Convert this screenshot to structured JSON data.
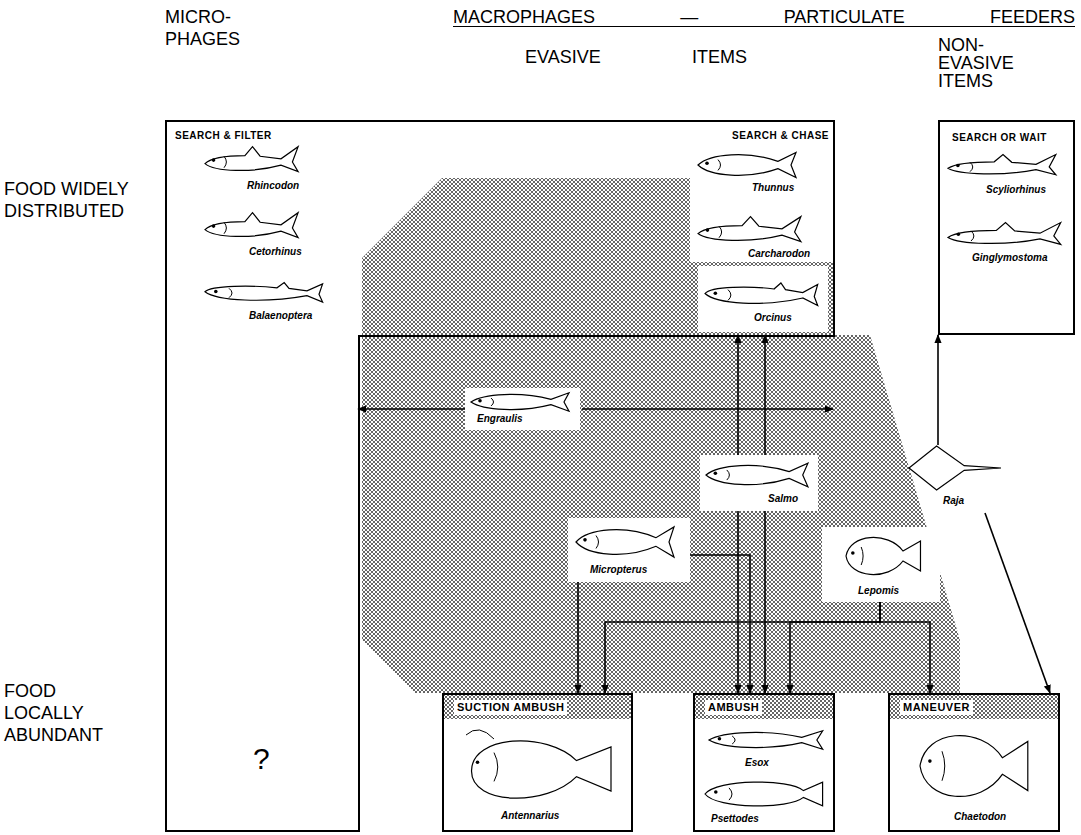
{
  "diagram": {
    "nodes": [
      {
        "text": [
          "SEARCH & FILTER",
          "Rhincodon",
          "Cetorhinus",
          "Balaenoptera",
          "?"
        ]
      },
      {
        "text": [
          "SEARCH & CHASE",
          "Thunnus",
          "Carcharodon",
          "Orcinus"
        ],
        "in": 0
      },
      {
        "text": [
          "SEARCH OR WAIT",
          "Scyliorhinus",
          "Ginglymostoma"
        ]
      },
      {
        "text": [
          "Engraulis"
        ]
      },
      {
        "text": [
          "Salmo"
        ]
      },
      {
        "text": [
          "Micropterus"
        ]
      },
      {
        "text": [
          "Lepomis"
        ]
      },
      {
        "text": [
          "Raja"
        ]
      },
      {
        "text": [
          "SUCTION AMBUSH",
          "Antennarius"
        ]
      },
      {
        "text": [
          "AMBUSH",
          "Esox",
          "Psettodes"
        ]
      },
      {
        "text": [
          "MANEUVER",
          "Chaetodon"
        ]
      }
    ],
    "edges": [
      {
        "from": 3,
        "to": 0,
        "arrow": "to"
      },
      {
        "from": 1,
        "to": 9,
        "arrow": "both"
      },
      {
        "from": 1,
        "to": 9,
        "arrow": "both"
      },
      {
        "from": 5,
        "to": 8,
        "arrow": "to"
      },
      {
        "from": 5,
        "to": 9,
        "arrow": "to"
      },
      {
        "from": 6,
        "to": 8,
        "arrow": "to"
      },
      {
        "from": 6,
        "to": 9,
        "arrow": "to"
      },
      {
        "from": 6,
        "to": 10,
        "arrow": "to"
      },
      {
        "from": 7,
        "to": 2,
        "arrow": "to"
      },
      {
        "from": 7,
        "to": 10,
        "arrow": "to"
      }
    ],
    "labels": [
      "MICRO- PHAGES",
      "MACROPHAGES — PARTICULATE FEEDERS",
      "EVASIVE ITEMS",
      "NON- EVASIVE ITEMS",
      "FOOD WIDELY DISTRIBUTED",
      "FOOD LOCALLY ABUNDANT"
    ]
  }
}
